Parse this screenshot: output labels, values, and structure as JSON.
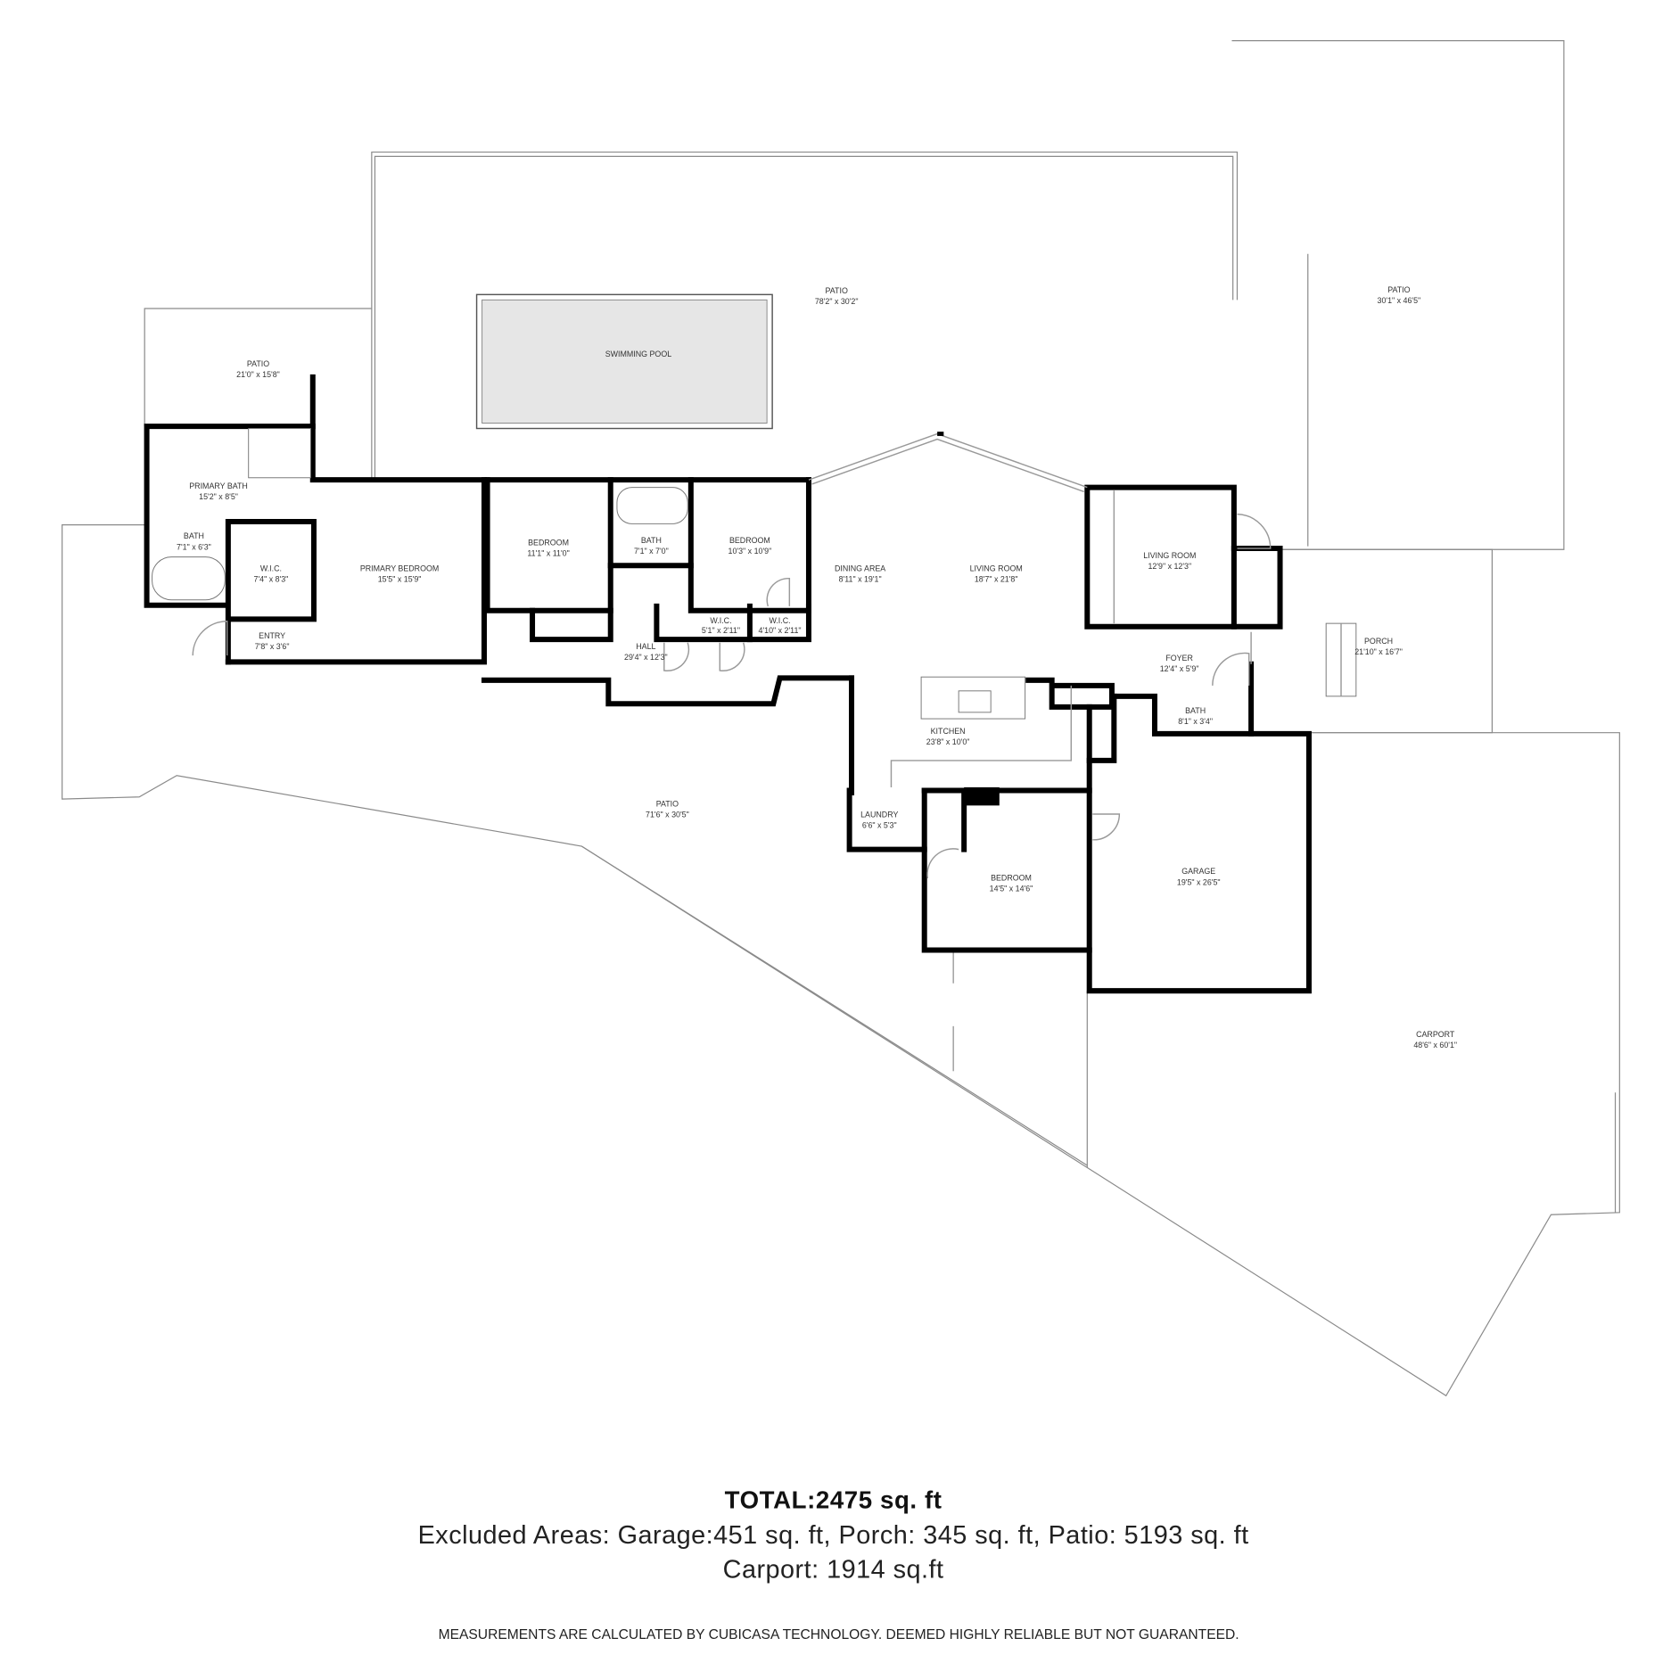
{
  "rooms": [
    {
      "name": "PATIO",
      "dims": "78'2\" x 30'2\""
    },
    {
      "name": "PATIO",
      "dims": "30'1\" x 46'5\""
    },
    {
      "name": "PATIO",
      "dims": "21'0\" x 15'8\""
    },
    {
      "name": "SWIMMING POOL",
      "dims": ""
    },
    {
      "name": "PRIMARY BATH",
      "dims": "15'2\" x 8'5\""
    },
    {
      "name": "BATH",
      "dims": "7'1\" x 6'3\""
    },
    {
      "name": "W.I.C.",
      "dims": "7'4\" x 8'3\""
    },
    {
      "name": "PRIMARY BEDROOM",
      "dims": "15'5\" x 15'9\""
    },
    {
      "name": "ENTRY",
      "dims": "7'8\" x 3'6\""
    },
    {
      "name": "BEDROOM",
      "dims": "11'1\" x 11'0\""
    },
    {
      "name": "BATH",
      "dims": "7'1\" x 7'0\""
    },
    {
      "name": "BEDROOM",
      "dims": "10'3\" x 10'9\""
    },
    {
      "name": "W.I.C.",
      "dims": "5'1\" x 2'11\""
    },
    {
      "name": "W.I.C.",
      "dims": "4'10\" x 2'11\""
    },
    {
      "name": "HALL",
      "dims": "29'4\" x 12'3\""
    },
    {
      "name": "DINING AREA",
      "dims": "8'11\" x 19'1\""
    },
    {
      "name": "LIVING ROOM",
      "dims": "18'7\" x 21'8\""
    },
    {
      "name": "LIVING ROOM",
      "dims": "12'9\" x 12'3\""
    },
    {
      "name": "FOYER",
      "dims": "12'4\" x 5'9\""
    },
    {
      "name": "PORCH",
      "dims": "21'10\" x 16'7\""
    },
    {
      "name": "BATH",
      "dims": "8'1\" x 3'4\""
    },
    {
      "name": "KITCHEN",
      "dims": "23'8\" x 10'0\""
    },
    {
      "name": "LAUNDRY",
      "dims": "6'6\" x 5'3\""
    },
    {
      "name": "BEDROOM",
      "dims": "14'5\" x 14'6\""
    },
    {
      "name": "GARAGE",
      "dims": "19'5\" x 26'5\""
    },
    {
      "name": "PATIO",
      "dims": "71'6\" x 30'5\""
    },
    {
      "name": "CARPORT",
      "dims": "48'6\" x 60'1\""
    }
  ],
  "summary": {
    "total": "TOTAL:2475 sq. ft",
    "excluded": "Excluded Areas: Garage:451 sq. ft, Porch: 345 sq. ft, Patio: 5193 sq. ft",
    "carport": "Carport: 1914 sq.ft",
    "disclaimer": "MEASUREMENTS ARE CALCULATED BY CUBICASA TECHNOLOGY. DEEMED HIGHLY RELIABLE BUT NOT GUARANTEED."
  },
  "colors": {
    "wall": "#000000",
    "outline": "#8a8a8a",
    "pool": "#e6e6e6"
  }
}
